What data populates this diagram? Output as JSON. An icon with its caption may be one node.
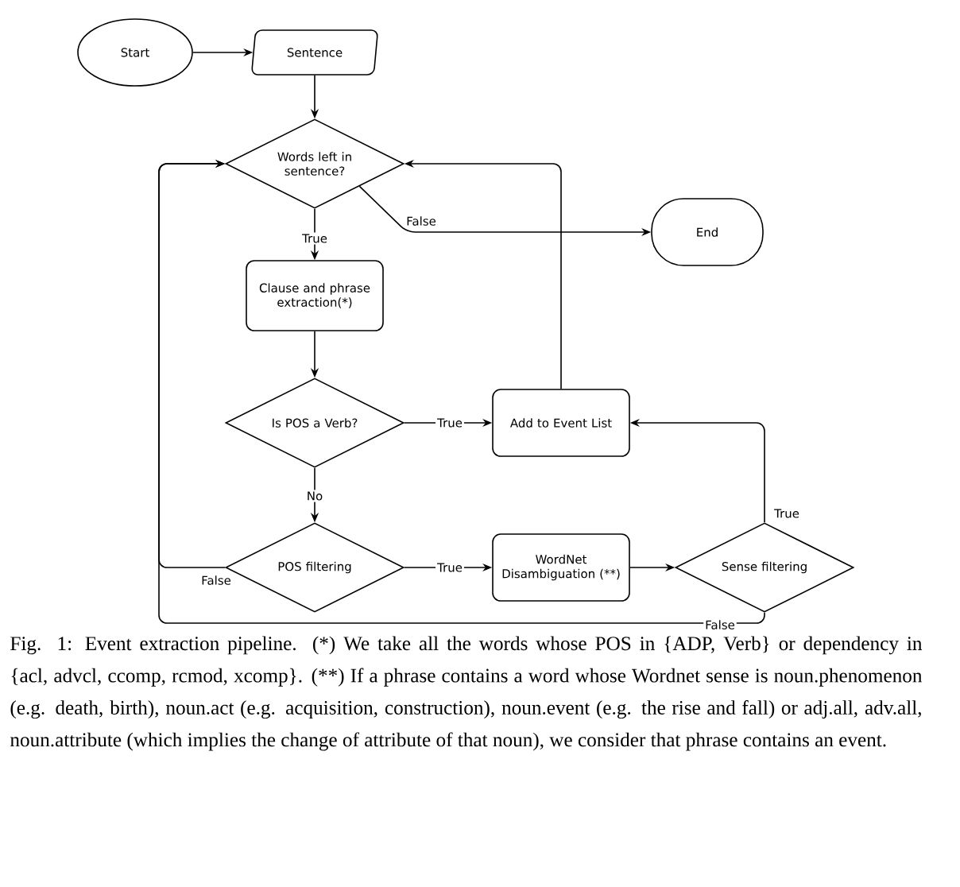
{
  "diagram": {
    "caption": "Fig. 1: Event extraction pipeline. (*) We take all the words whose POS in {ADP, Verb} or dependency in {acl, advcl, ccomp, rcmod, xcomp}. (**) If a phrase contains a word whose Wordnet sense is noun.phenomenon (e.g. death, birth), noun.act (e.g. acquisition, construction), noun.event (e.g. the rise and fall) or adj.all, adv.all, noun.attribute (which implies the change of attribute of that noun), we consider that phrase contains an event.",
    "nodes": [
      {
        "text": [
          "Start"
        ]
      },
      {
        "text": [
          "Sentence"
        ]
      },
      {
        "text": [
          "Words left in sentence?"
        ]
      },
      {
        "text": [
          "End"
        ]
      },
      {
        "text": [
          "Clause and phrase extraction(*)"
        ]
      },
      {
        "text": [
          "Is POS a Verb?"
        ]
      },
      {
        "text": [
          "Add to Event List"
        ]
      },
      {
        "text": [
          "POS filtering"
        ]
      },
      {
        "text": [
          "WordNet Disambiguation (**)"
        ]
      },
      {
        "text": [
          "Sense filtering"
        ]
      }
    ],
    "edges": [
      {
        "from": 0,
        "to": 1,
        "arrow": "to"
      },
      {
        "from": 1,
        "to": 2,
        "arrow": "to"
      },
      {
        "from": 2,
        "to": 3,
        "arrow": "to",
        "label": "False"
      },
      {
        "from": 2,
        "to": 4,
        "arrow": "to",
        "label": "True"
      },
      {
        "from": 4,
        "to": 5,
        "arrow": "to"
      },
      {
        "from": 5,
        "to": 6,
        "arrow": "to",
        "label": "True"
      },
      {
        "from": 5,
        "to": 7,
        "arrow": "to",
        "label": "No"
      },
      {
        "from": 7,
        "to": 8,
        "arrow": "to",
        "label": "True"
      },
      {
        "from": 8,
        "to": 9,
        "arrow": "to"
      },
      {
        "from": 9,
        "to": 6,
        "arrow": "to",
        "label": "True"
      },
      {
        "from": 6,
        "to": 2,
        "arrow": "to"
      },
      {
        "from": 7,
        "to": 2,
        "arrow": "to",
        "label": "False"
      },
      {
        "from": 9,
        "to": 2,
        "arrow": "to",
        "label": "False"
      }
    ]
  }
}
